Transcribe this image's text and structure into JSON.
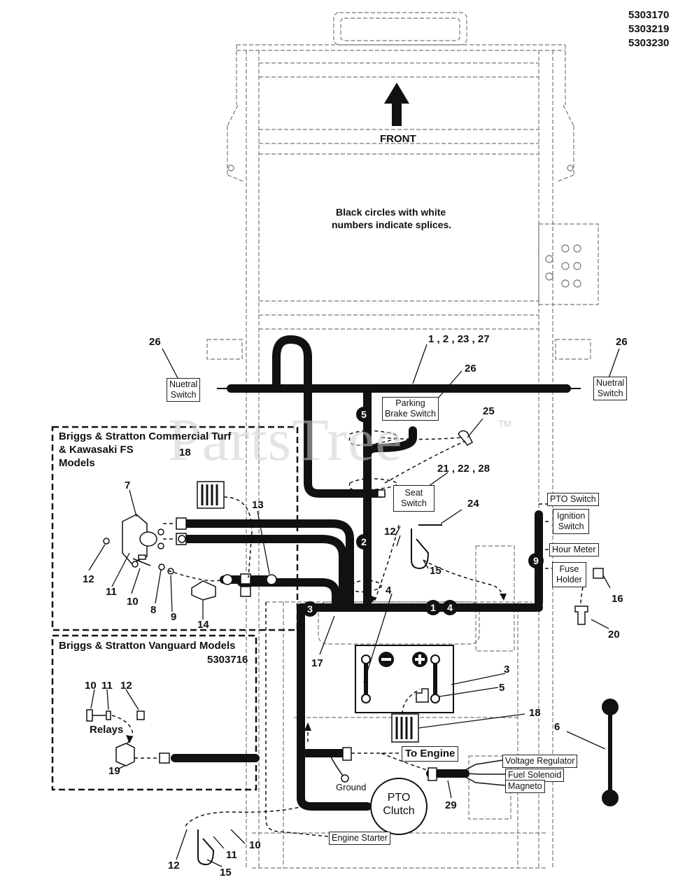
{
  "model_numbers": [
    "5303170",
    "5303219",
    "5303230"
  ],
  "front_label": "FRONT",
  "note": [
    "Black circles with white",
    "numbers indicate splices."
  ],
  "watermark": "PartsTree",
  "watermark_tm": "TM",
  "insets": {
    "briggs_commercial": [
      "Briggs & Stratton Commercial Turf",
      "& Kawasaki FS",
      "Models"
    ],
    "briggs_vanguard": [
      "Briggs & Stratton Vanguard Models",
      "5303716"
    ],
    "relays": "Relays"
  },
  "boxed_labels": {
    "neutral_left": [
      "Nuetral",
      "Switch"
    ],
    "neutral_right": [
      "Nuetral",
      "Switch"
    ],
    "parking_brake": [
      "Parking",
      "Brake Switch"
    ],
    "seat_switch": [
      "Seat",
      "Switch"
    ],
    "pto_switch": "PTO Switch",
    "ignition_switch": [
      "Ignition",
      "Switch"
    ],
    "hour_meter": "Hour Meter",
    "fuse_holder": [
      "Fuse",
      "Holder"
    ],
    "to_engine": "To Engine",
    "voltage_regulator": "Voltage Regulator",
    "fuel_solenoid": "Fuel Solenoid",
    "magneto": "Magneto",
    "engine_starter": "Engine Starter",
    "pto_clutch": [
      "PTO",
      "Clutch"
    ]
  },
  "ground_label": "Ground",
  "part_callouts": {
    "harness_main": "1 , 2 , 23 , 27",
    "seat_parts": "21 , 22 , 28",
    "c26_left": "26",
    "c26_right": "26",
    "c26_mid": "26",
    "c25": "25",
    "c24": "24",
    "c18_top": "18",
    "c18_bottom": "18",
    "c13": "13",
    "c7": "7",
    "c12_a": "12",
    "c11_a": "11",
    "c10_a": "10",
    "c8": "8",
    "c9": "9",
    "c14": "14",
    "c12_b": "12",
    "c15_a": "15",
    "c4": "4",
    "c17": "17",
    "c16": "16",
    "c20": "20",
    "c3": "3",
    "c5": "5",
    "c6": "6",
    "c29": "29",
    "c10_b": "10",
    "c11_b": "11",
    "c12_c": "12",
    "c19": "19",
    "c10_c": "10",
    "c11_c": "11",
    "c12_d": "12",
    "c15_b": "15"
  },
  "splices": [
    "5",
    "2",
    "3",
    "1",
    "4",
    "9"
  ]
}
